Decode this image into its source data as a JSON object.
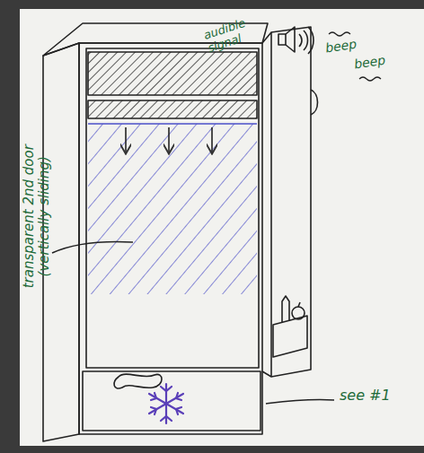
{
  "diagram": {
    "labels": [
      "audible signal",
      "beep",
      "beep",
      "transparent 2nd door (vertically sliding)",
      "see #1"
    ]
  }
}
